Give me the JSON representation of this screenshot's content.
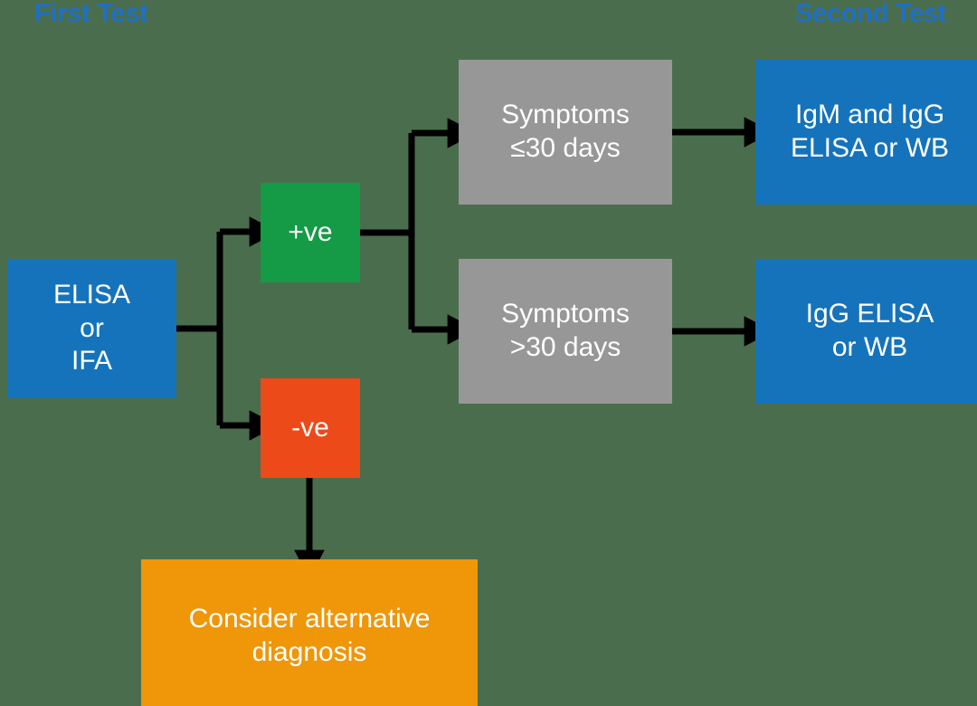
{
  "background_color": "#4a6e4d",
  "headers": {
    "left": "First Test",
    "right": "Second Test",
    "color": "#1f6fc4"
  },
  "nodes": {
    "elisa_ifa": {
      "line1": "ELISA",
      "line2": "or",
      "line3": "IFA",
      "color": "#1573bb"
    },
    "positive": {
      "label": "+ve",
      "color": "#159a46"
    },
    "negative": {
      "label": "-ve",
      "color": "#ec4a18"
    },
    "symptoms_le30": {
      "line1": "Symptoms",
      "line2": "≤30 days",
      "color": "#979797"
    },
    "symptoms_gt30": {
      "line1": "Symptoms",
      "line2": ">30 days",
      "color": "#979797"
    },
    "igm_and_igg": {
      "line1": "IgM and IgG",
      "line2": "ELISA or WB",
      "color": "#1573bb"
    },
    "igg": {
      "line1": "IgG ELISA",
      "line2": "or WB",
      "color": "#1573bb"
    },
    "alternative_diagnosis": {
      "line1": "Consider alternative",
      "line2": "diagnosis",
      "color": "#ef9609"
    }
  },
  "connectors": {
    "stroke_color": "#000000",
    "stroke_width": 7,
    "edges": [
      {
        "name": "elisa-to-positive",
        "from": "elisa_ifa",
        "to": "positive"
      },
      {
        "name": "elisa-to-negative",
        "from": "elisa_ifa",
        "to": "negative"
      },
      {
        "name": "positive-to-symptoms-le30",
        "from": "positive",
        "to": "symptoms_le30"
      },
      {
        "name": "positive-to-symptoms-gt30",
        "from": "positive",
        "to": "symptoms_gt30"
      },
      {
        "name": "symptoms-le30-to-igm-igg",
        "from": "symptoms_le30",
        "to": "igm_and_igg"
      },
      {
        "name": "symptoms-gt30-to-igg",
        "from": "symptoms_gt30",
        "to": "igg"
      },
      {
        "name": "negative-to-alternative-diagnosis",
        "from": "negative",
        "to": "alternative_diagnosis"
      }
    ]
  }
}
